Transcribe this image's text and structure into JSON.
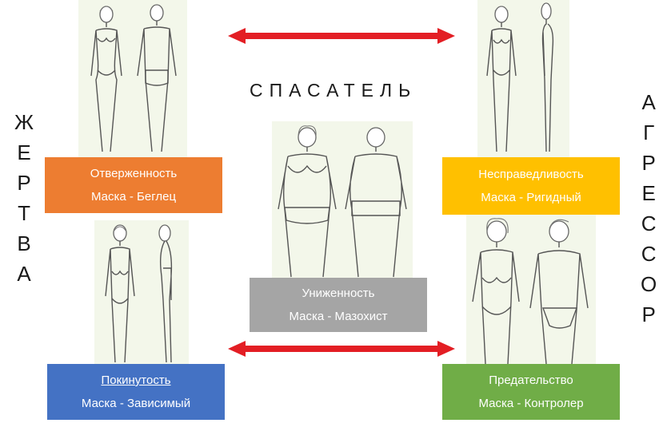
{
  "left_label": [
    "Ж",
    "Е",
    "Р",
    "Т",
    "В",
    "А"
  ],
  "right_label": [
    "А",
    "Г",
    "Р",
    "Е",
    "С",
    "С",
    "О",
    "Р"
  ],
  "center_title": "СПАСАТЕЛЬ",
  "boxes": {
    "top_left": {
      "line1": "Отверженность",
      "line2": "Маска - Беглец"
    },
    "top_right": {
      "line1": "Несправедливость",
      "line2": "Маска - Ригидный"
    },
    "center": {
      "line1": "Униженность",
      "line2": "Маска - Мазохист"
    },
    "bottom_left": {
      "line1": "Покинутость",
      "line2": "Маска - Зависимый"
    },
    "bottom_right": {
      "line1": "Предательство",
      "line2": "Маска - Контролер"
    }
  },
  "colors": {
    "orange": "#ed7d31",
    "yellow": "#ffc000",
    "grey": "#a5a5a5",
    "blue": "#4472c4",
    "green": "#70ad47",
    "arrow": "#e31e24"
  },
  "icons": [
    "double-arrow-icon"
  ]
}
